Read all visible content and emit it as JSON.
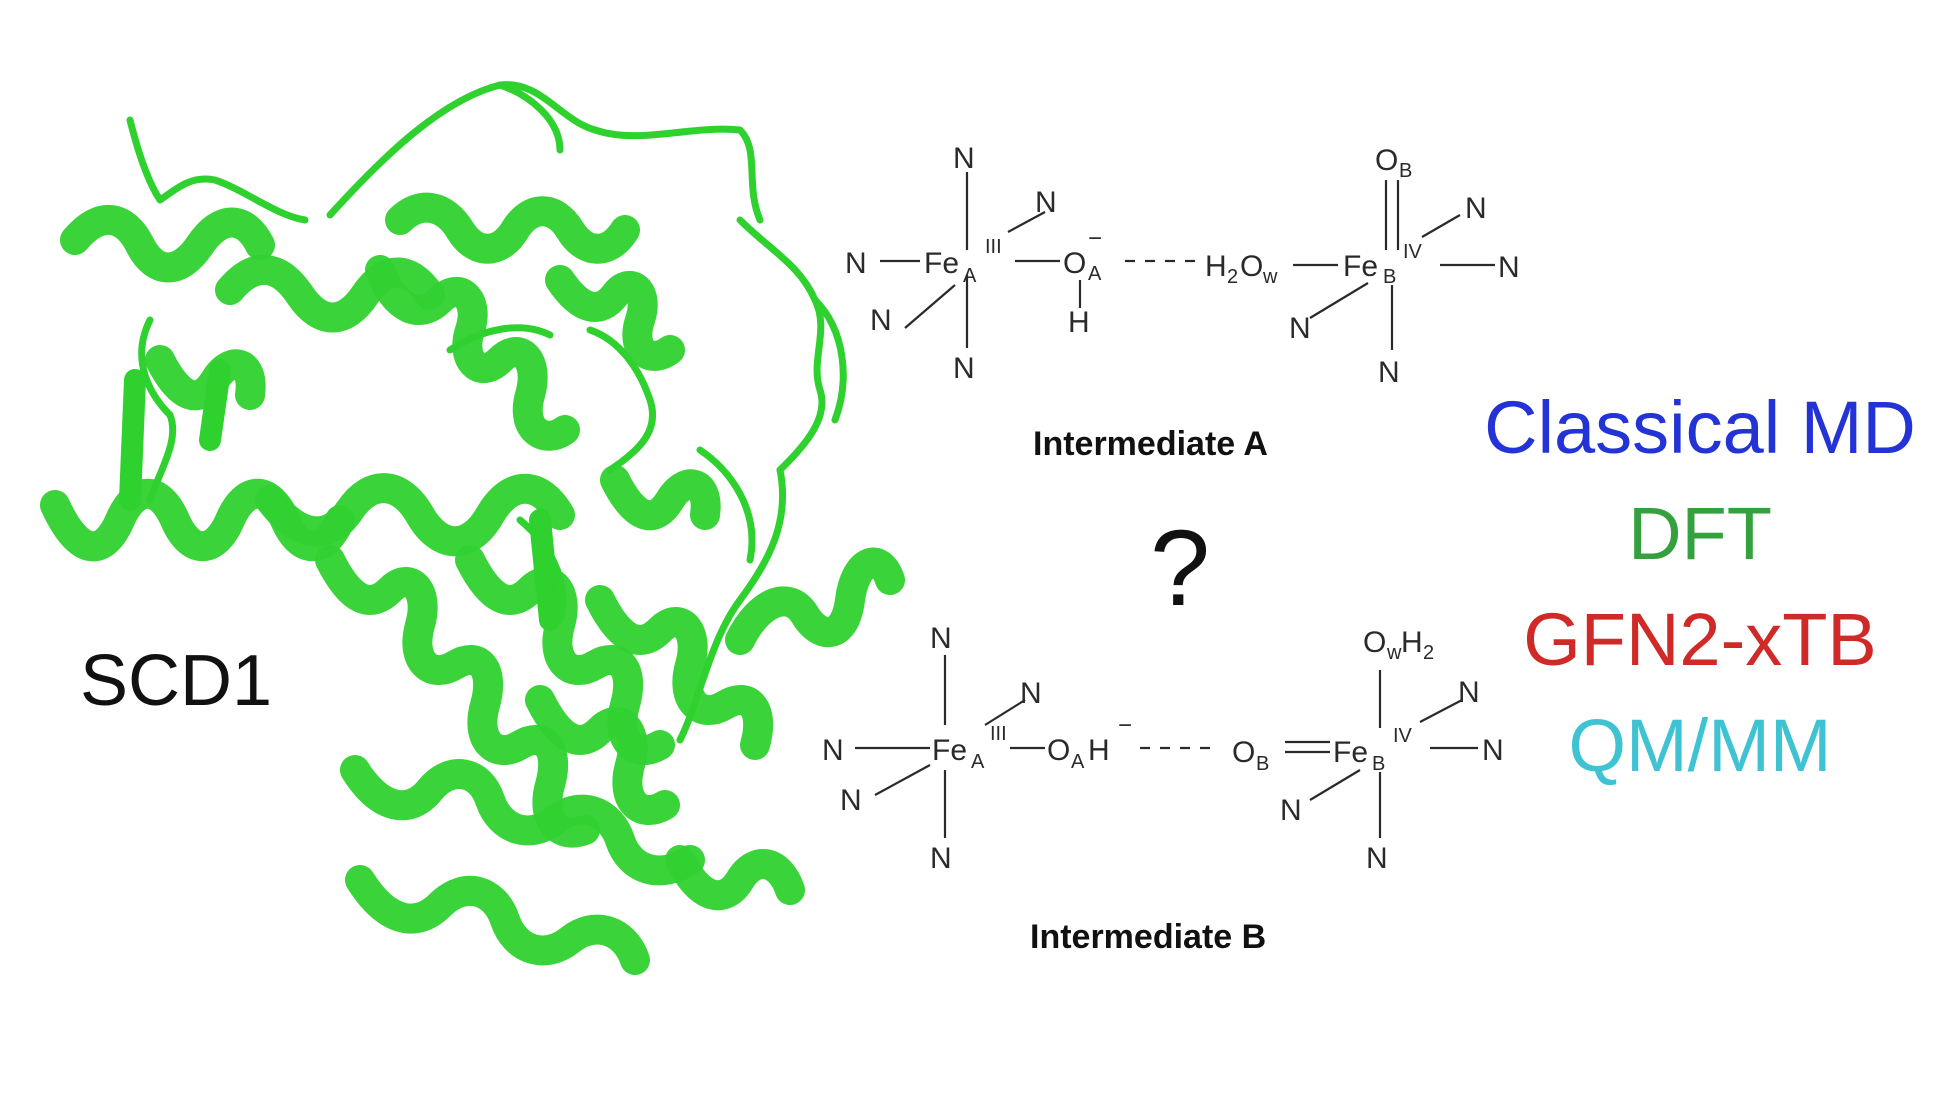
{
  "protein": {
    "label": "SCD1",
    "color": "#2fd12f"
  },
  "question_mark": "?",
  "intermediates": [
    {
      "caption": "Intermediate A",
      "atoms": {
        "n": "N",
        "fe_a": "Fe",
        "fe_a_sub": "A",
        "fe_a_ox": "III",
        "o_a": "O",
        "o_a_sub": "A",
        "o_a_charge": "−",
        "h": "H",
        "water_h": "H",
        "water_2": "2",
        "water_o": "O",
        "water_sub": "w",
        "fe_b": "Fe",
        "fe_b_sub": "B",
        "fe_b_ox": "IV",
        "o_b": "O",
        "o_b_sub": "B"
      }
    },
    {
      "caption": "Intermediate B",
      "atoms": {
        "n": "N",
        "fe_a": "Fe",
        "fe_a_sub": "A",
        "fe_a_ox": "III",
        "o_a": "O",
        "o_a_sub": "A",
        "o_a_h": "H",
        "o_a_charge": "−",
        "o_b": "O",
        "o_b_sub": "B",
        "fe_b": "Fe",
        "fe_b_sub": "B",
        "fe_b_ox": "IV",
        "water_o": "O",
        "water_sub": "w",
        "water_h": "H",
        "water_2": "2"
      }
    }
  ],
  "methods": [
    {
      "label": "Classical MD",
      "color": "#2433d6"
    },
    {
      "label": "DFT",
      "color": "#35a03e"
    },
    {
      "label": "GFN2-xTB",
      "color": "#cf2a27"
    },
    {
      "label": "QM/MM",
      "color": "#3fc3d3"
    }
  ]
}
